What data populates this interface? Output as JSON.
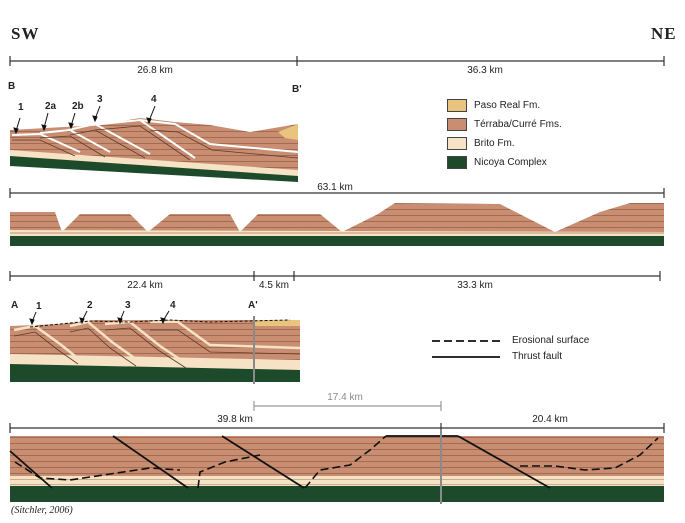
{
  "header": {
    "sw": "SW",
    "ne": "NE"
  },
  "panel1": {
    "dist_left": "26.8 km",
    "dist_right": "36.3 km",
    "end_left": "B",
    "end_right": "B'",
    "thrusts": [
      "1",
      "2a",
      "2b",
      "3",
      "4"
    ]
  },
  "panel2": {
    "dist": "63.1 km"
  },
  "panel3": {
    "dist_left": "22.4 km",
    "dist_mid": "4.5 km",
    "dist_right": "33.3 km",
    "end_left": "A",
    "end_right": "A'",
    "thrusts": [
      "1",
      "2",
      "3",
      "4"
    ]
  },
  "panel4": {
    "dist_gray": "17.4 km",
    "dist_left": "39.8 km",
    "dist_right": "20.4 km"
  },
  "legend": {
    "units": [
      {
        "label": "Paso Real Fm.",
        "color": "#e8c47f"
      },
      {
        "label": "Térraba/Curré Fms.",
        "color": "#c98e72"
      },
      {
        "label": "Brito Fm.",
        "color": "#f6e2c4"
      },
      {
        "label": "Nicoya Complex",
        "color": "#1d4a2a"
      }
    ],
    "lines": [
      {
        "label": "Erosional surface",
        "style": "dashed"
      },
      {
        "label": "Thrust fault",
        "style": "solid"
      }
    ]
  },
  "caption": "(Sitchler, 2006)"
}
